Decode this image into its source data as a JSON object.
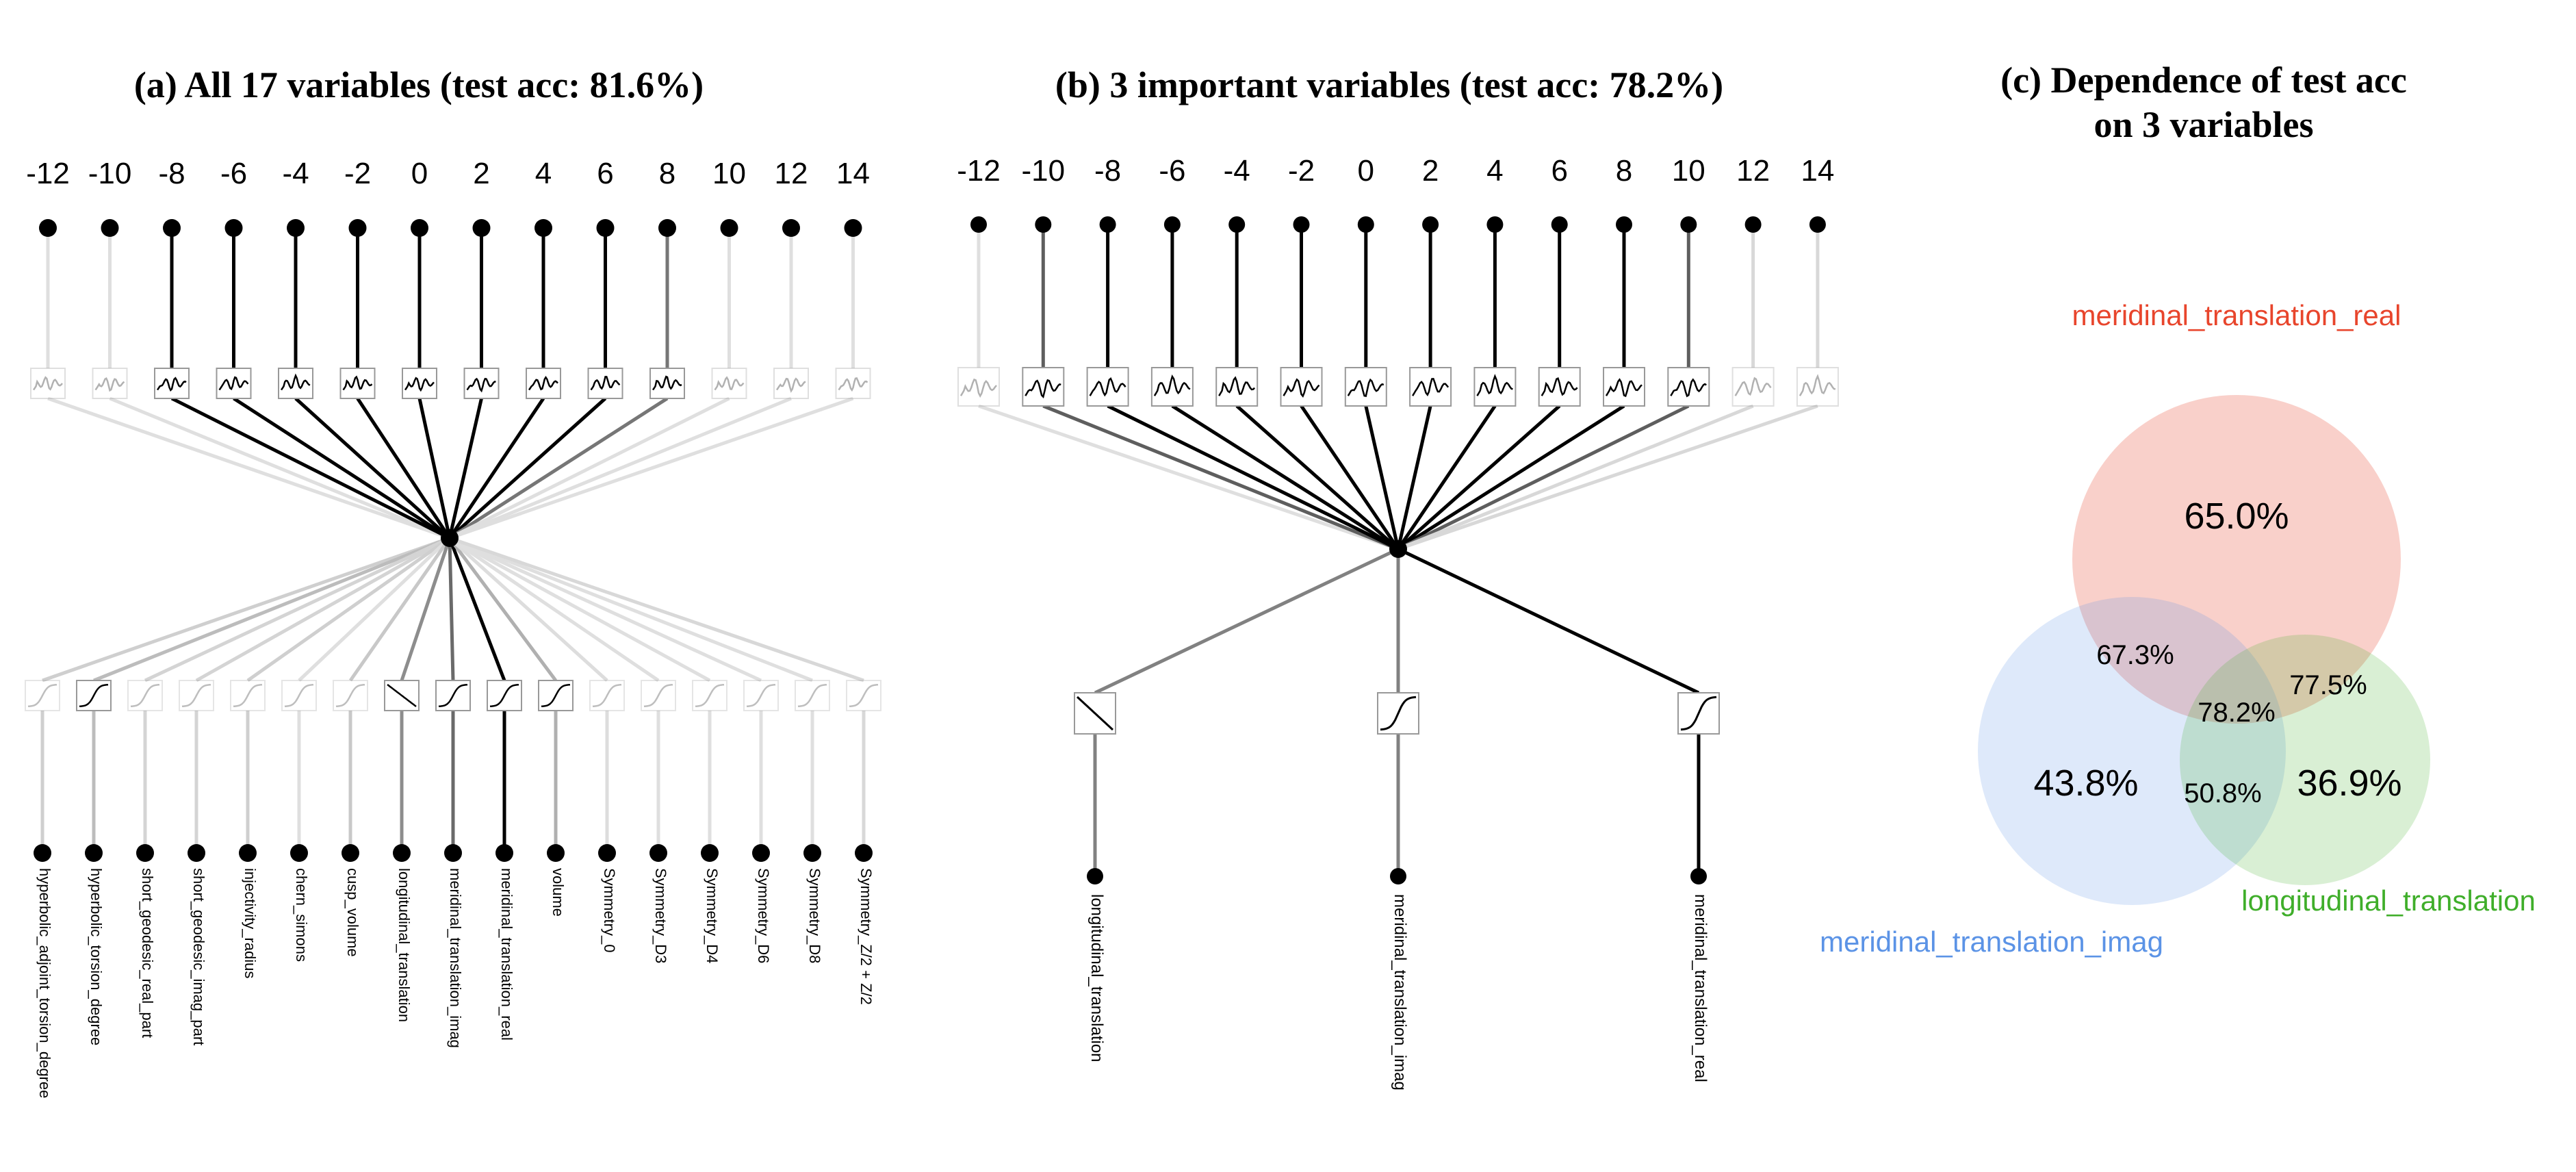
{
  "titles": {
    "a": "(a) All 17 variables (test acc: 81.6%)",
    "b": "(b) 3 important variables (test acc: 78.2%)",
    "c_line1": "(c) Dependence of test acc",
    "c_line2": "on 3 variables"
  },
  "panel_a": {
    "outputs": [
      "-12",
      "-10",
      "-8",
      "-6",
      "-4",
      "-2",
      "0",
      "2",
      "4",
      "6",
      "8",
      "10",
      "12",
      "14"
    ],
    "output_strength": [
      0.05,
      0.05,
      1,
      1,
      1,
      1,
      1,
      1,
      1,
      1,
      0.5,
      0.05,
      0.05,
      0.05
    ],
    "inputs": [
      "hyperbolic_adjoint_torsion_degree",
      "hyperbolic_torsion_degree",
      "short_geodesic_real_part",
      "short_geodesic_imag_part",
      "injectivity_radius",
      "chern_simons",
      "cusp_volume",
      "longitudinal_translation",
      "meridinal_translation_imag",
      "meridinal_translation_real",
      "volume",
      "Symmetry_0",
      "Symmetry_D3",
      "Symmetry_D4",
      "Symmetry_D6",
      "Symmetry_D8",
      "Symmetry_Z/2 + Z/2"
    ],
    "input_strength": [
      0.12,
      0.2,
      0.1,
      0.1,
      0.12,
      0.05,
      0.15,
      0.4,
      0.55,
      1,
      0.25,
      0.06,
      0.05,
      0.05,
      0.05,
      0.05,
      0.08
    ]
  },
  "panel_b": {
    "outputs": [
      "-12",
      "-10",
      "-8",
      "-6",
      "-4",
      "-2",
      "0",
      "2",
      "4",
      "6",
      "8",
      "10",
      "12",
      "14"
    ],
    "output_strength": [
      0.05,
      0.6,
      1,
      1,
      1,
      1,
      1,
      1,
      1,
      1,
      1,
      0.6,
      0.08,
      0.08
    ],
    "inputs": [
      "longitudinal_translation",
      "meridinal_translation_imag",
      "meridinal_translation_real"
    ],
    "input_strength": [
      0.45,
      0.45,
      1
    ]
  },
  "venn": {
    "labels": {
      "meridinal_translation_real": "meridinal_translation_real",
      "meridinal_translation_imag": "meridinal_translation_imag",
      "longitudinal_translation": "longitudinal_translation"
    },
    "colors": {
      "meridinal_translation_real": "#e8452c",
      "meridinal_translation_imag": "#5b93e6",
      "longitudinal_translation": "#3fae2a"
    },
    "values": {
      "real_only": "65.0%",
      "imag_only": "43.8%",
      "long_only": "36.9%",
      "real_imag": "67.3%",
      "real_long": "77.5%",
      "imag_long": "50.8%",
      "all_three": "78.2%"
    }
  }
}
